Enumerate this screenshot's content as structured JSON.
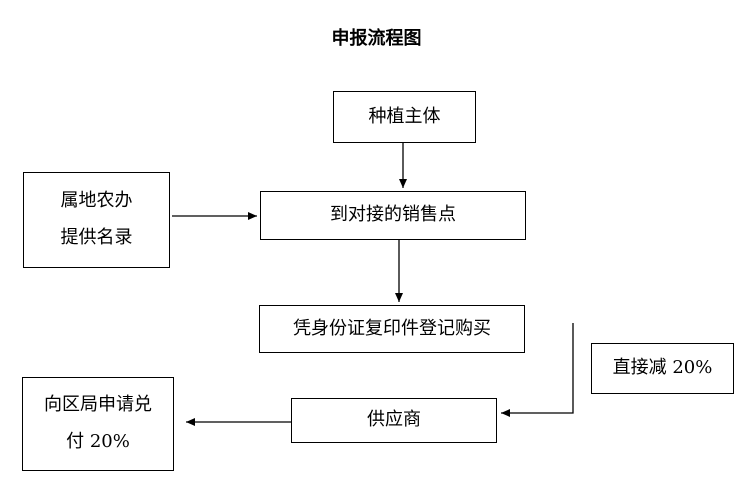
{
  "title": "申报流程图",
  "nodes": {
    "planter": "种植主体",
    "agri_office_line1": "属地农办",
    "agri_office_line2": "提供名录",
    "sales_point": "到对接的销售点",
    "register": "凭身份证复印件登记购买",
    "direct_cut": "直接减 20%",
    "supplier": "供应商",
    "apply_line1": "向区局申请兑",
    "apply_line2": "付 20%"
  }
}
